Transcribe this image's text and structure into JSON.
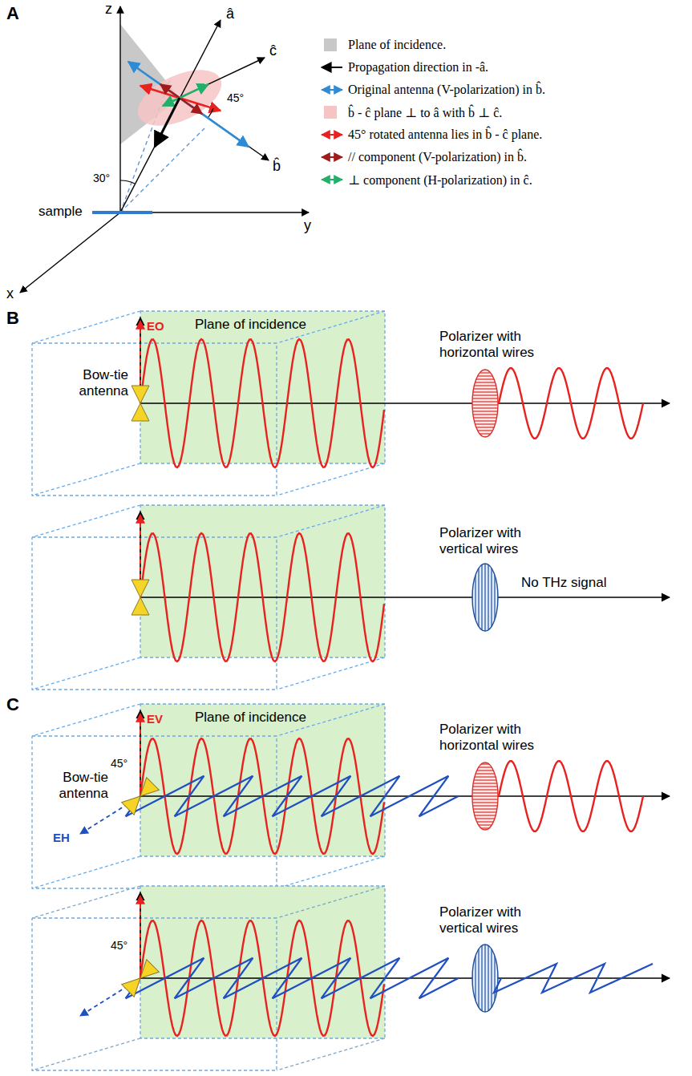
{
  "diagram": {
    "nodes": [
      {
        "text": [
          "Plane of incidence"
        ]
      },
      {
        "text": [
          "Plane of incidence"
        ]
      }
    ],
    "labels": [
      "A",
      "z",
      "y",
      "x",
      "â",
      "ĉ",
      "b̂",
      "45°",
      "30°",
      "sample",
      "B",
      "EO",
      "Bow-tie antenna",
      "Polarizer with horizontal wires",
      "Polarizer with vertical wires",
      "No THz signal",
      "C",
      "EV",
      "Bow-tie antenna",
      "45°",
      "EH",
      "Polarizer with horizontal wires",
      "45°",
      "Polarizer with vertical wires"
    ],
    "legend": [
      {
        "text": "Plane of incidence.",
        "color": "#c8c8c8"
      },
      {
        "text": "Propagation direction in -â."
      },
      {
        "text": "Original antenna (V-polarization) in b̂."
      },
      {
        "text": "b̂ - ĉ plane ⊥ to â with b̂ ⊥ ĉ.",
        "color": "#f6c4c4"
      },
      {
        "text": "45° rotated antenna lies in b̂ - ĉ plane."
      },
      {
        "text": "// component (V-polarization) in b̂."
      },
      {
        "text": "⊥ component (H-polarization) in ĉ."
      }
    ]
  }
}
